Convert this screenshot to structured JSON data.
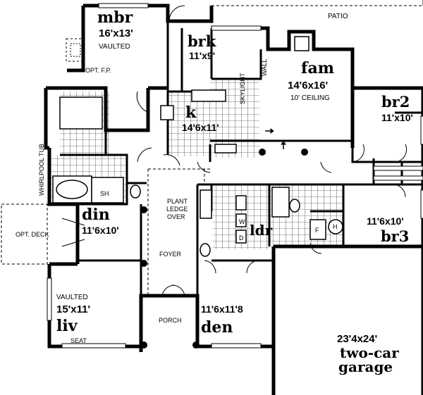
{
  "plan": {
    "rooms": {
      "mbr": {
        "name": "mbr",
        "dims": "16'x13'",
        "note": "VAULTED"
      },
      "brk": {
        "name": "brk",
        "dims": "11'x9'"
      },
      "fam": {
        "name": "fam",
        "dims": "14'6x16'",
        "note": "10' CEILING"
      },
      "kitchen": {
        "name": "k",
        "dims": "14'6x11'"
      },
      "br2": {
        "name": "br2",
        "dims": "11'x10'"
      },
      "br3": {
        "name": "br3",
        "dims": "11'6x10'"
      },
      "din": {
        "name": "din",
        "dims": "11'6x10'"
      },
      "liv": {
        "name": "liv",
        "dims": "15'x11'",
        "note": "VAULTED"
      },
      "den": {
        "name": "den",
        "dims": "11'6x11'8"
      },
      "ldr": {
        "name": "ldr"
      },
      "garage": {
        "name": "two-car garage",
        "name_line1": "two-car",
        "name_line2": "garage",
        "dims": "23'4x24'"
      }
    },
    "labels": {
      "patio": "PATIO",
      "opt_fp": "OPT. F.P.",
      "skylight": "SKYLIGHT",
      "wall": "WALL",
      "whirlpool_tub": "WHIRLPOOL TUB",
      "opt_deck": "OPT. DECK",
      "plant_ledge_line1": "PLANT",
      "plant_ledge_line2": "LEDGE",
      "plant_ledge_line3": "OVER",
      "foyer": "FOYER",
      "porch": "PORCH",
      "seat": "SEAT",
      "sh": "SH",
      "w": "W",
      "d": "D",
      "f": "F",
      "h": "H"
    }
  }
}
